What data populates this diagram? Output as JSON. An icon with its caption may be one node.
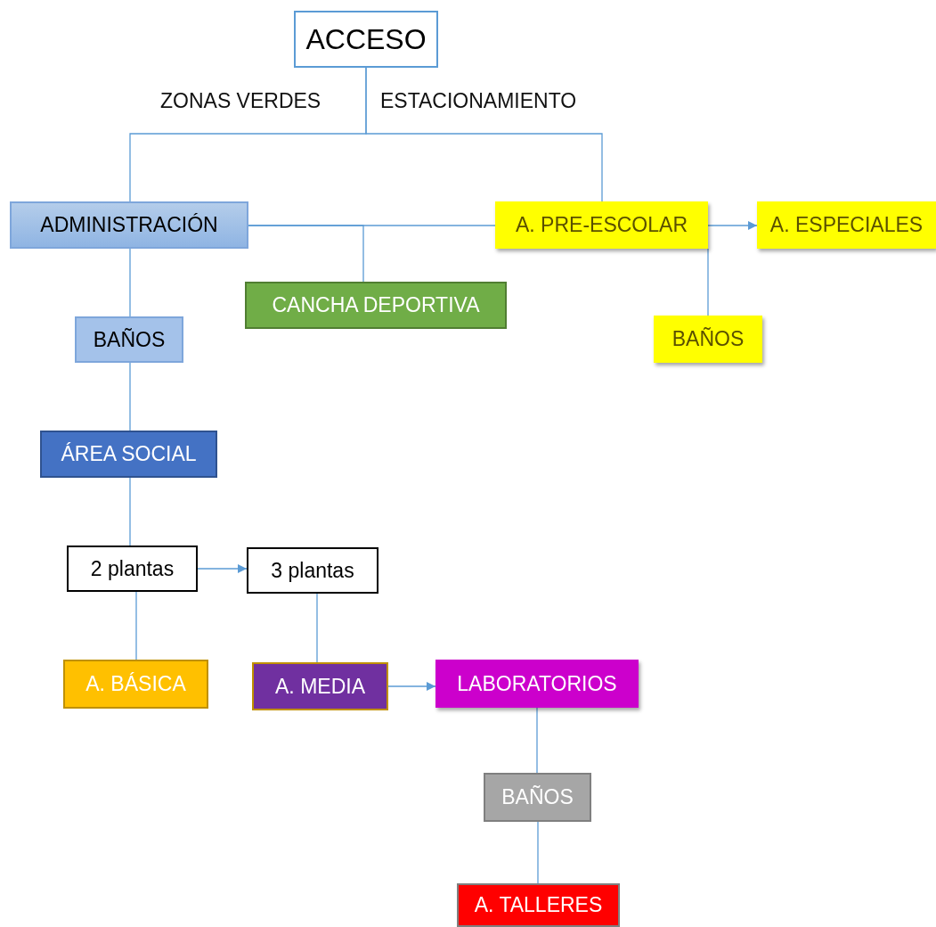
{
  "diagram": {
    "nodes": [
      {
        "text": [
          "ACCESO"
        ]
      },
      {
        "text": [
          "ADMINISTRACIÓN"
        ]
      },
      {
        "text": [
          "A. PRE-ESCOLAR"
        ]
      },
      {
        "text": [
          "A. ESPECIALES"
        ]
      },
      {
        "text": [
          "CANCHA DEPORTIVA"
        ]
      },
      {
        "text": [
          "BAÑOS"
        ]
      },
      {
        "text": [
          "BAÑOS"
        ]
      },
      {
        "text": [
          "ÁREA SOCIAL"
        ]
      },
      {
        "text": [
          "2 plantas"
        ]
      },
      {
        "text": [
          "3 plantas"
        ]
      },
      {
        "text": [
          "A. BÁSICA"
        ]
      },
      {
        "text": [
          "A. MEDIA"
        ]
      },
      {
        "text": [
          "LABORATORIOS"
        ]
      },
      {
        "text": [
          "BAÑOS"
        ]
      },
      {
        "text": [
          "A. TALLERES"
        ]
      }
    ],
    "edges": [
      {
        "from": 0,
        "to": 1,
        "arrow": "none"
      },
      {
        "from": 0,
        "to": 2,
        "arrow": "none"
      },
      {
        "from": 1,
        "to": 2,
        "arrow": "none"
      },
      {
        "from": 1,
        "to": 4,
        "arrow": "none"
      },
      {
        "from": 2,
        "to": 3,
        "arrow": "to"
      },
      {
        "from": 2,
        "to": 6,
        "arrow": "none"
      },
      {
        "from": 1,
        "to": 5,
        "arrow": "none"
      },
      {
        "from": 5,
        "to": 7,
        "arrow": "none"
      },
      {
        "from": 7,
        "to": 8,
        "arrow": "none"
      },
      {
        "from": 8,
        "to": 9,
        "arrow": "to"
      },
      {
        "from": 8,
        "to": 10,
        "arrow": "none"
      },
      {
        "from": 9,
        "to": 11,
        "arrow": "none"
      },
      {
        "from": 11,
        "to": 12,
        "arrow": "to"
      },
      {
        "from": 12,
        "to": 13,
        "arrow": "none"
      },
      {
        "from": 13,
        "to": 14,
        "arrow": "none"
      }
    ],
    "labels": [
      "ZONAS VERDES",
      "ESTACIONAMIENTO"
    ]
  }
}
